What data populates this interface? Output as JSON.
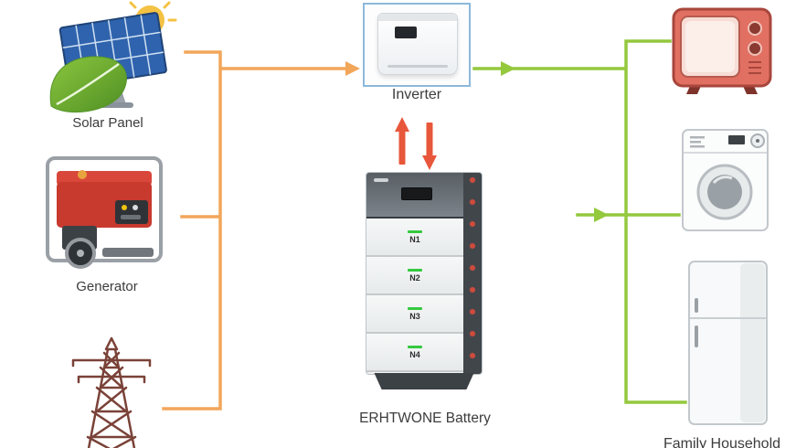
{
  "colors": {
    "orange": "#f2a65a",
    "green": "#94c83d",
    "flow_red": "#e8573b",
    "inverter_frame": "#8cb8da",
    "led_green": "#35c93f",
    "tv_red": "#e17063",
    "label_text": "#3c3c3c"
  },
  "labels": {
    "solar_panel": "Solar Panel",
    "generator": "Generator",
    "inverter": "Inverter",
    "battery": "ERHTWONE Battery",
    "household": "Family Household"
  },
  "battery": {
    "modules": [
      "N1",
      "N2",
      "N3",
      "N4"
    ]
  }
}
